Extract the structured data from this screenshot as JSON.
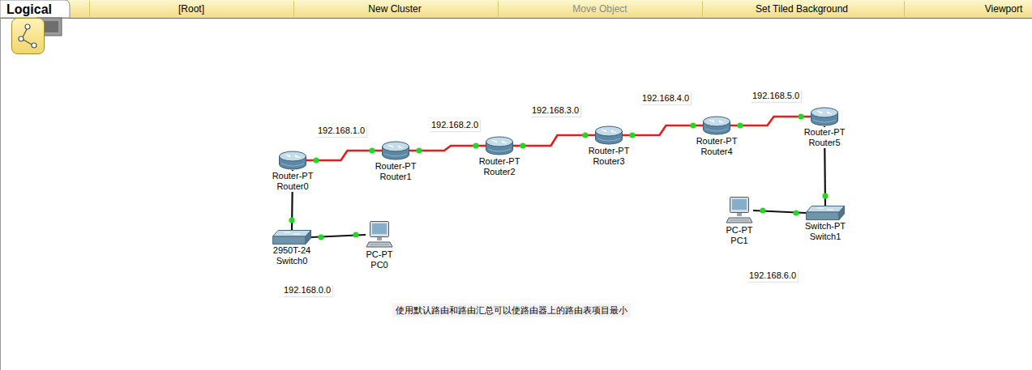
{
  "diagram": {
    "nodes": [
      {
        "text": [
          "Router-PT",
          "Router0"
        ]
      },
      {
        "text": [
          "Router-PT",
          "Router1"
        ]
      },
      {
        "text": [
          "Router-PT",
          "Router2"
        ]
      },
      {
        "text": [
          "Router-PT",
          "Router3"
        ]
      },
      {
        "text": [
          "Router-PT",
          "Router4"
        ]
      },
      {
        "text": [
          "Router-PT",
          "Router5"
        ]
      },
      {
        "text": [
          "2950T-24",
          "Switch0"
        ]
      },
      {
        "text": [
          "PC-PT",
          "PC0"
        ]
      },
      {
        "text": [
          "Switch-PT",
          "Switch1"
        ]
      },
      {
        "text": [
          "PC-PT",
          "PC1"
        ]
      }
    ],
    "edges": [
      {
        "from": 0,
        "to": 1,
        "arrow": "none"
      },
      {
        "from": 1,
        "to": 2,
        "arrow": "none"
      },
      {
        "from": 2,
        "to": 3,
        "arrow": "none"
      },
      {
        "from": 3,
        "to": 4,
        "arrow": "none"
      },
      {
        "from": 4,
        "to": 5,
        "arrow": "none"
      },
      {
        "from": 0,
        "to": 6,
        "arrow": "none"
      },
      {
        "from": 6,
        "to": 7,
        "arrow": "none"
      },
      {
        "from": 5,
        "to": 8,
        "arrow": "none"
      },
      {
        "from": 8,
        "to": 9,
        "arrow": "none"
      }
    ],
    "labels": [
      "Logical",
      "[Root]",
      "New Cluster",
      "Move Object",
      "Set Tiled Background",
      "Viewport",
      "192.168.1.0",
      "192.168.2.0",
      "192.168.3.0",
      "192.168.4.0",
      "192.168.5.0",
      "192.168.0.0",
      "192.168.6.0",
      "使用默认路由和路由汇总可以使路由器上的路由表项目最小"
    ]
  }
}
